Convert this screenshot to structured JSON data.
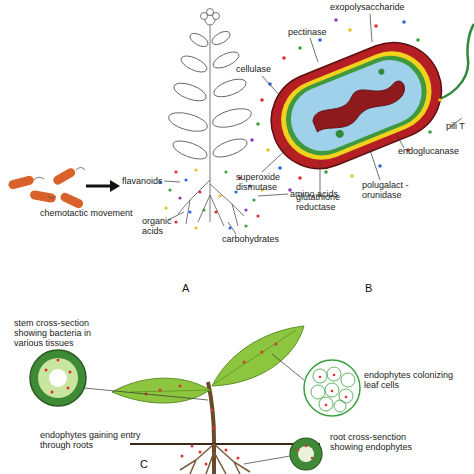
{
  "diagram": {
    "labels": [
      "flavanoids",
      "amino acids",
      "organic acids",
      "carbohydrates",
      "chemotactic movement",
      "A",
      "exopolysaccharide",
      "pectinase",
      "cellulase",
      "superoxide dismutase",
      "glutathione reductase",
      "polugalact -orunidase",
      "endoglucanase",
      "pili T",
      "B",
      "stem cross-section showing bacteria in various tissues",
      "endophytes colonizing leaf cells",
      "endophytes gaining entry through roots",
      "root cross-senction showing endophytes",
      "C"
    ]
  }
}
